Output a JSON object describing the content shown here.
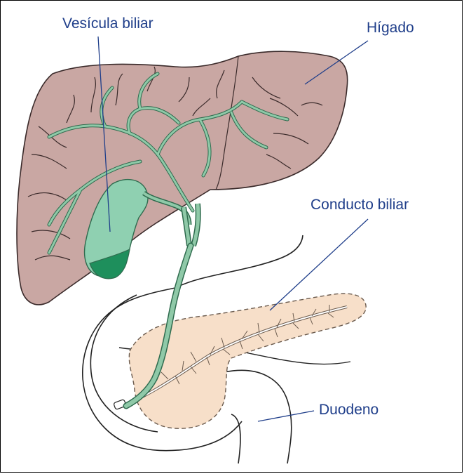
{
  "labels": {
    "gallbladder": "Vesícula biliar",
    "liver": "Hígado",
    "bile_duct": "Conducto biliar",
    "duodenum": "Duodeno"
  },
  "colors": {
    "label_text": "#1f3e8a",
    "leader_line": "#1f3e8a",
    "liver_fill": "#c9a7a3",
    "liver_stroke": "#3a2a2a",
    "bile_duct_fill": "#8fc9a8",
    "bile_duct_stroke": "#2f6b4e",
    "gallbladder_fill": "#8fd0b1",
    "gallbladder_base": "#1e8f5c",
    "pancreas_fill": "#f7dfc9",
    "pancreas_stroke": "#6b5b4e",
    "duodenum_stroke": "#222222",
    "outline": "#222222"
  }
}
